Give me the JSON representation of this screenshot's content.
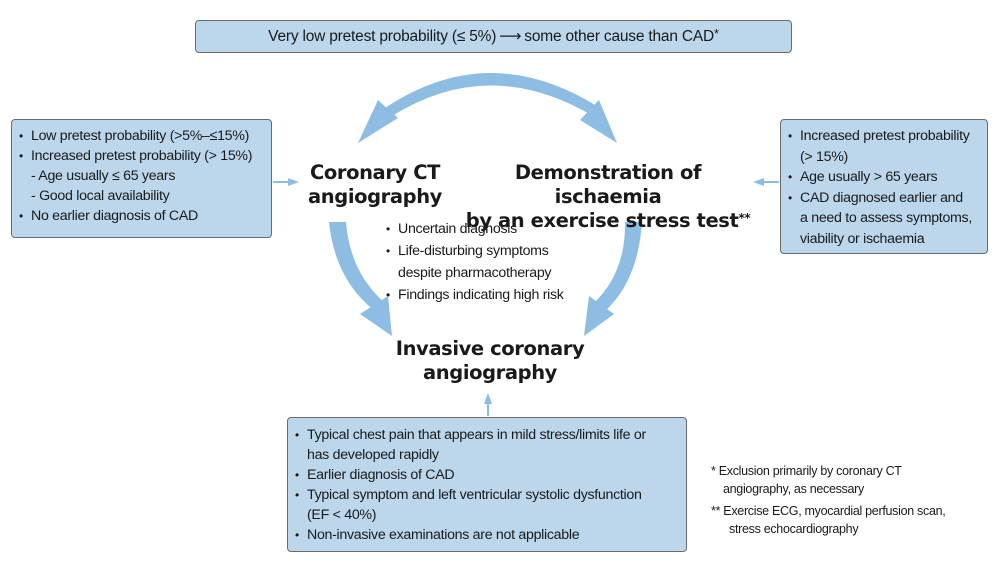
{
  "top_box": {
    "left_text": "Very low pretest probability (≤ 5%)",
    "arrow": "⟶",
    "right_text": "some other cause than CAD",
    "footnote_mark": "*"
  },
  "left_box": {
    "items": [
      {
        "type": "bullet",
        "text": "Low pretest probability (>5%–≤15%)"
      },
      {
        "type": "bullet",
        "text": "Increased pretest probability (> 15%)"
      },
      {
        "type": "sub",
        "text": "-  Age usually ≤ 65 years"
      },
      {
        "type": "sub",
        "text": "-  Good local availability"
      },
      {
        "type": "bullet",
        "text": "No earlier diagnosis of CAD"
      }
    ]
  },
  "right_box": {
    "items": [
      {
        "type": "bullet",
        "text": "Increased pretest probability"
      },
      {
        "type": "cont",
        "text": "(> 15%)"
      },
      {
        "type": "bullet",
        "text": "Age usually > 65 years"
      },
      {
        "type": "bullet",
        "text": "CAD diagnosed earlier and"
      },
      {
        "type": "cont",
        "text": "a need to assess symptoms,"
      },
      {
        "type": "cont",
        "text": "viability or ischaemia"
      }
    ]
  },
  "headings": {
    "coronary_ct": [
      "Coronary CT",
      "angiography"
    ],
    "ischaemia": [
      "Demonstration of ischaemia",
      "by an exercise stress test"
    ],
    "ischaemia_mark": "**",
    "invasive": [
      "Invasive coronary",
      "angiography"
    ]
  },
  "middle_list": {
    "items": [
      {
        "type": "bullet",
        "text": "Uncertain diagnosis"
      },
      {
        "type": "bullet",
        "text": "Life-disturbing symptoms"
      },
      {
        "type": "cont",
        "text": "despite pharmacotherapy"
      },
      {
        "type": "bullet",
        "text": "Findings indicating high risk"
      }
    ]
  },
  "bottom_box": {
    "items": [
      {
        "type": "bullet",
        "text": "Typical chest pain that appears in mild stress/limits life or"
      },
      {
        "type": "cont",
        "text": "has developed rapidly"
      },
      {
        "type": "bullet",
        "text": "Earlier diagnosis of CAD"
      },
      {
        "type": "bullet",
        "text": "Typical symptom and left ventricular systolic dysfunction"
      },
      {
        "type": "cont",
        "text": "(EF < 40%)"
      },
      {
        "type": "bullet",
        "text": "Non-invasive examinations are not applicable"
      }
    ]
  },
  "footnotes": {
    "fn1_line1": "*  Exclusion primarily by coronary CT",
    "fn1_line2": "angiography, as necessary",
    "fn2_line1": "** Exercise ECG, myocardial perfusion scan,",
    "fn2_line2": "stress echocardiography"
  },
  "colors": {
    "box_fill": "#bcd7ec",
    "arrow": "#8dbde2",
    "box_border": "#6b6b6b"
  }
}
